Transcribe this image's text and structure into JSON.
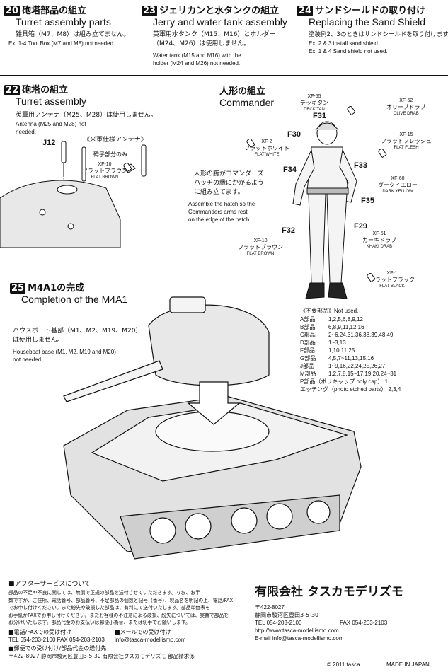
{
  "step20": {
    "num": "20",
    "title_jp": "砲塔部品の組立",
    "title_en": "Turret assembly   parts",
    "note_jp": "雑具箱（M7、M8）は組み立てません。",
    "note_en": "Ex. 1-4.Tool Box (M7 and M8) not needed."
  },
  "step23": {
    "num": "23",
    "title_jp": "ジェリカンと水タンクの組立",
    "title_en": "Jerry and water tank assembly",
    "note_jp_1": "英軍用水タンク（M15、M16）とホルダー",
    "note_jp_2": "（M24、M26）は使用しません。",
    "note_en_1": "Water tank (M15 and M16) with the",
    "note_en_2": "holder (M24 and M26) not needed."
  },
  "step24": {
    "num": "24",
    "title_jp": "サンドシールドの取り付け",
    "title_en": "Replacing the Sand Shield",
    "note_jp": "塗装例2、3のときはサンドシールドを取り付けます。",
    "note_en_1": "Ex. 2 & 3 install sand shield.",
    "note_en_2": "Ex. 1 & 4 Sand shield not used."
  },
  "step22": {
    "num": "22",
    "title_jp": "砲塔の組立",
    "title_en": "Turret assembly",
    "note_jp": "英軍用アンテナ（M25、M28）は使用しません。",
    "note_en_1": "Antenna (M25 and M28) not",
    "note_en_2": "needed.",
    "part_j12": "J12",
    "us_antenna": "《米軍仕様アンテナ》",
    "tip_only": "碍子部分のみ",
    "paint_code": "XF-10",
    "paint_jp": "フラットブラウン",
    "paint_en": "FLAT BROWN"
  },
  "commander": {
    "title_jp": "人形の組立",
    "title_en": "Commander",
    "paints": [
      {
        "code": "XF-55",
        "jp": "デッキタン",
        "en": "DECK TAN"
      },
      {
        "code": "XF-62",
        "jp": "オリーブドラブ",
        "en": "OLIVE DRAB"
      },
      {
        "code": "XF-2",
        "jp": "フラットホワイト",
        "en": "FLAT WHITE"
      },
      {
        "code": "XF-15",
        "jp": "フラットフレッシュ",
        "en": "FLAT FLESH"
      },
      {
        "code": "XF-60",
        "jp": "ダークイエロー",
        "en": "DARK YELLOW"
      },
      {
        "code": "XF-51",
        "jp": "カーキドラブ",
        "en": "KHAKI DRAB"
      },
      {
        "code": "XF-10",
        "jp": "フラットブラウン",
        "en": "FLAT BROWN"
      },
      {
        "code": "XF-1",
        "jp": "フラットブラック",
        "en": "FLAT BLACK"
      }
    ],
    "parts": {
      "f31": "F31",
      "f30": "F30",
      "f34": "F34",
      "f33": "F33",
      "f35": "F35",
      "f29": "F29",
      "f32": "F32"
    },
    "note_jp_1": "人形の腕がコマンダーズ",
    "note_jp_2": "ハッチの縁にかかるよう",
    "note_jp_3": "に組み立てます。",
    "note_en_1": "Assemble the hatch so  the",
    "note_en_2": "Commanders  arms  rest",
    "note_en_3": "on the edge of the hatch."
  },
  "step25": {
    "num": "25",
    "title_jp": "M4A1の完成",
    "title_en": "Completion of the M4A1",
    "note_jp_1": "ハウスボート基部（M1、M2、M19、M20）",
    "note_jp_2": "は使用しません。",
    "note_en_1": "Houseboat base (M1, M2, M19 and M20)",
    "note_en_2": "not needed."
  },
  "not_used": {
    "heading": "《不要部品》Not used.",
    "rows": [
      {
        "label": "A部品",
        "value": "1,2,5,6,8,9,12"
      },
      {
        "label": "B部品",
        "value": "6,8,9,11,12,16"
      },
      {
        "label": "C部品",
        "value": "2~6,24,31,36,38,39,48,49"
      },
      {
        "label": "D部品",
        "value": "1~3,13"
      },
      {
        "label": "F部品",
        "value": "1,10,11,25"
      },
      {
        "label": "G部品",
        "value": "4,5,7~11,13,15,16"
      },
      {
        "label": "J部品",
        "value": "1~9,16,22,24,25,26,27"
      },
      {
        "label": "M部品",
        "value": "1,2,7,8,15~17,19,20,24~31"
      }
    ],
    "poly_cap": "P部品（ポリキャップ poly cap）  1",
    "etching": "エッチング（photo etched parts）  2,3,4"
  },
  "footer": {
    "after_service": "■アフターサービスについて",
    "service_lines": [
      "部品の不足や不良に関しては、無償で正規の部品を送付させていただきます。なお、お手",
      "数ですが、ご住所、電話番号、部品番号、不足部品の個数と記号（番号）、製品名を明記の上、電話/FAX",
      "でお申し付けください。また紛失や破損した部品は、有料にて送付いたします。部品単価表を",
      "お手紙かFAXでお申し付けください。またお客様の不注意による破損、紛失については、実費で部品を",
      "お分けいたします。部品代金のお支払いは郵便小為替、または切手でお願いします。"
    ],
    "phone_fax_label": "■電話/FAXでの受け付け",
    "phone_fax": "TEL  054-203-2100   FAX  054-203-2103",
    "email_label": "■メールでの受け付け",
    "email": "info@tasca-modellismo.com",
    "mail_label": "■郵便での受け付け/部品代金の送付先",
    "mail_address": "〒422-8027  静岡市駿河区豊田3-5-30  有限会社タスカモデリズモ  部品請求係",
    "company": "有限会社 タスカモデリズモ",
    "postal": "〒422-8027",
    "address": "静岡市駿河区豊田3-5-30",
    "tel": "TEL    054-203-2100",
    "fax": "FAX   054-203-2103",
    "url": "http://www.tasca-modellismo.com",
    "email_line": "E-mail info@tasca-modellismo.com",
    "copyright": "© 2011 tasca",
    "made_in": "MADE IN JAPAN"
  }
}
